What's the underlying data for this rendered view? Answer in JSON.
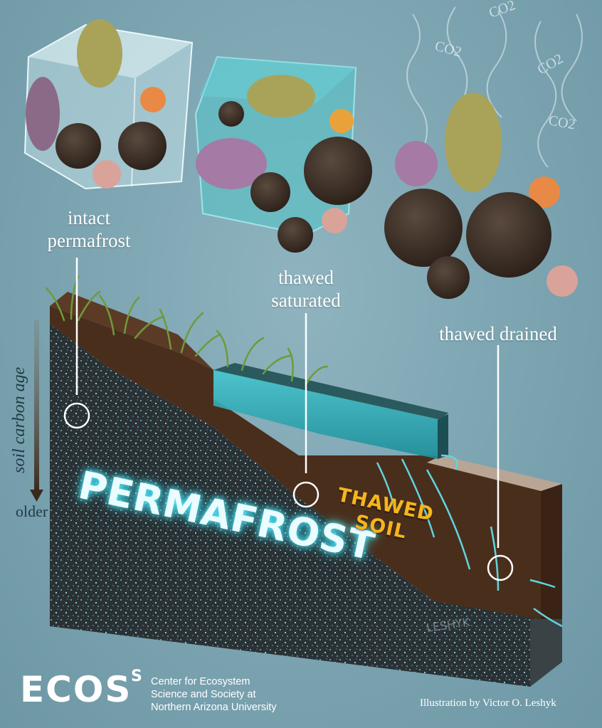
{
  "labels": {
    "intact": [
      "intact",
      "permafrost"
    ],
    "saturated": [
      "thawed",
      "saturated"
    ],
    "drained": "thawed drained"
  },
  "layers": {
    "permafrost": "PERMAFROST",
    "thawed_soil": [
      "THAWED",
      "SOIL"
    ]
  },
  "axis": {
    "label": "soil carbon age",
    "direction": "older"
  },
  "gas": "CO2",
  "watermark": "LESHYK",
  "footer": {
    "logo": "ECOS",
    "logo_superscript": "S",
    "org_lines": [
      "Center for Ecosystem",
      "Science and Society at",
      "Northern Arizona University"
    ],
    "credit": "Illustration by Victor O. Leshyk"
  },
  "colors": {
    "permafrost_glow": "#5ff0ff",
    "thawed_text": "#f5b51c",
    "soil": "#4a2e1c",
    "water": "#2fb4bf",
    "ice": "#bfe6ee"
  }
}
